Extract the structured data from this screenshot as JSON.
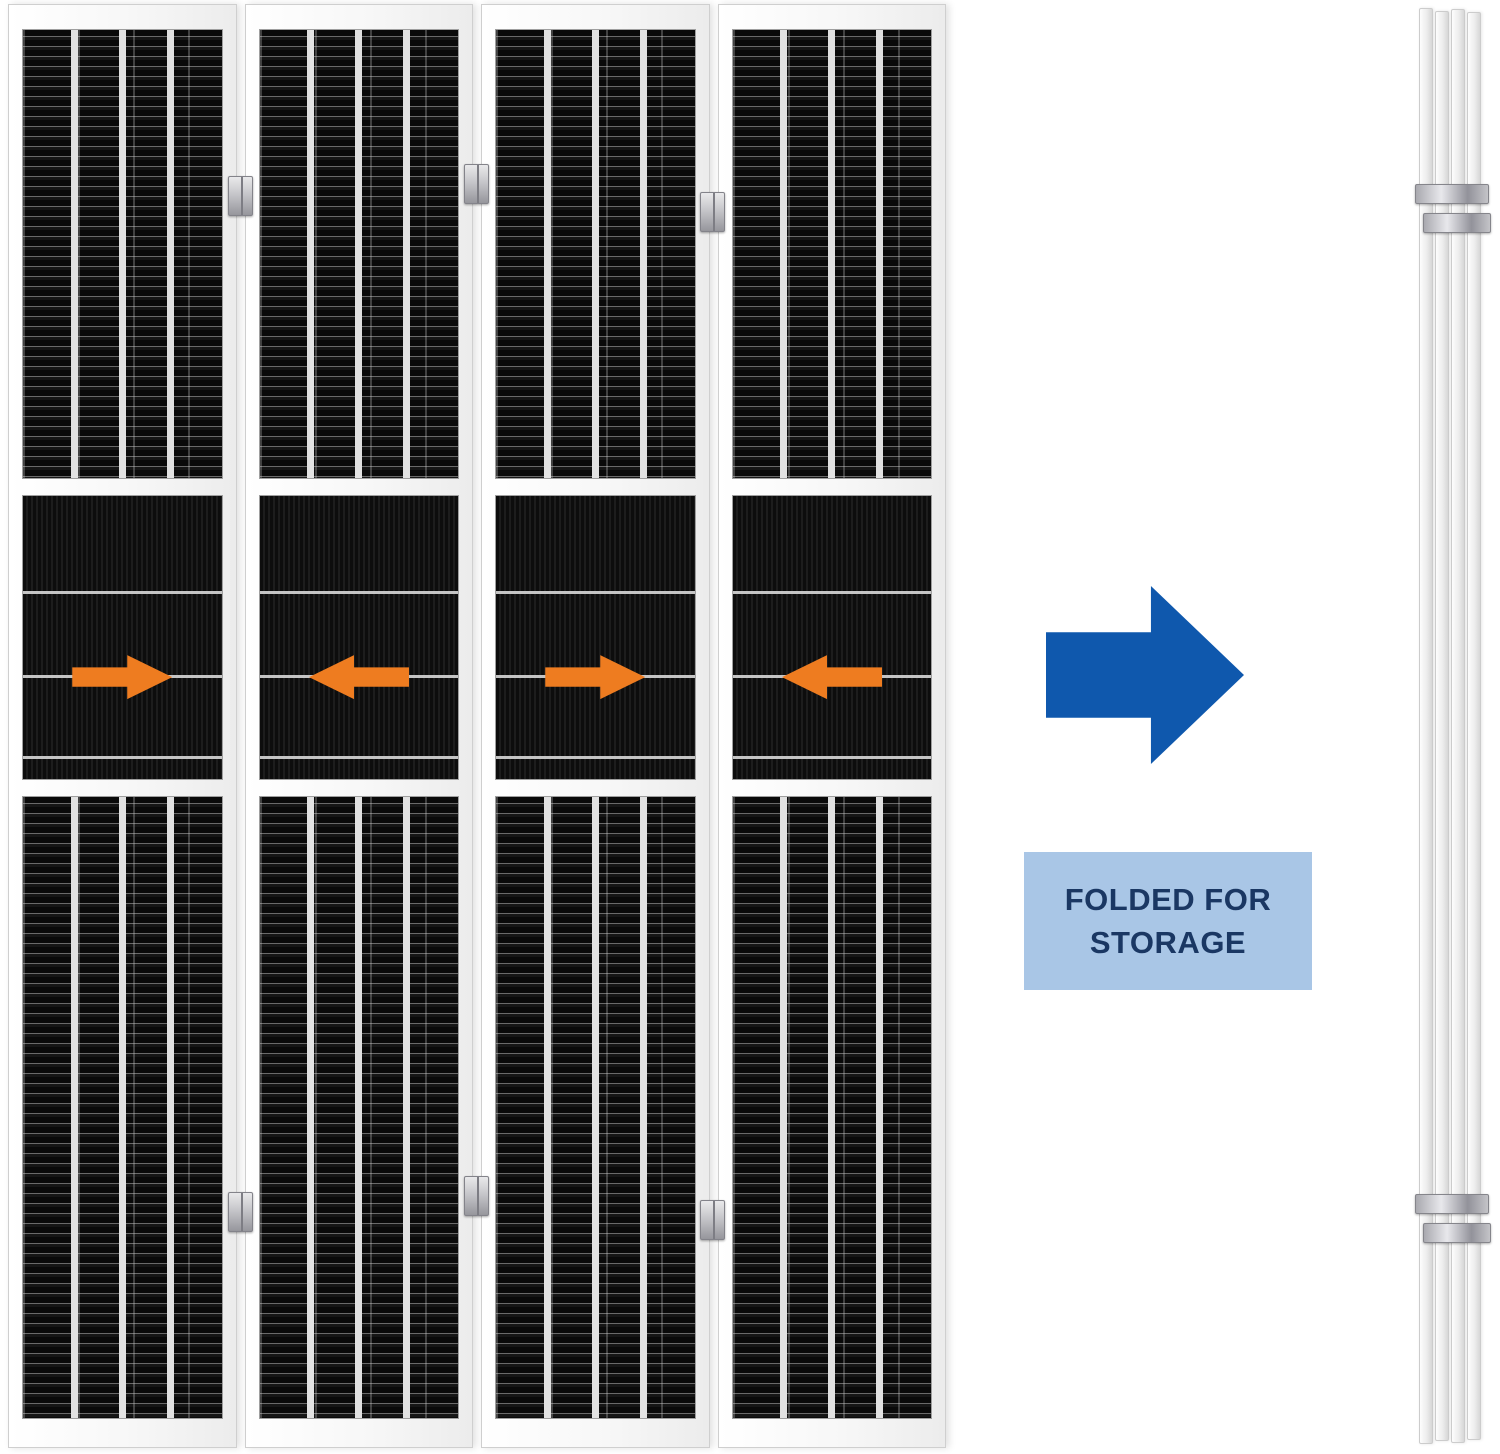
{
  "colors": {
    "background": "#ffffff",
    "frame_white": "#f7f7f7",
    "frame_edge": "#cfcfcf",
    "slat_dark": "#0a0a0a",
    "weave_dark": "#131313",
    "string_light": "#d8d8d8",
    "hinge_silver": "#85858b",
    "fold_arrow_orange": "#ee7c20",
    "transform_arrow_blue": "#0f58ad",
    "label_bg": "#a9c6e6",
    "label_text": "#1a3763"
  },
  "divider": {
    "panel_count": 4,
    "sections_per_panel": 3,
    "panels": [
      {
        "fold_arrow": "right"
      },
      {
        "fold_arrow": "left"
      },
      {
        "fold_arrow": "right"
      },
      {
        "fold_arrow": "left"
      }
    ]
  },
  "annotation": {
    "transform_arrow": "arrow-right",
    "label": {
      "lines": [
        "FOLDED FOR",
        "STORAGE"
      ]
    }
  },
  "folded_view": {
    "strip_count": 4
  }
}
